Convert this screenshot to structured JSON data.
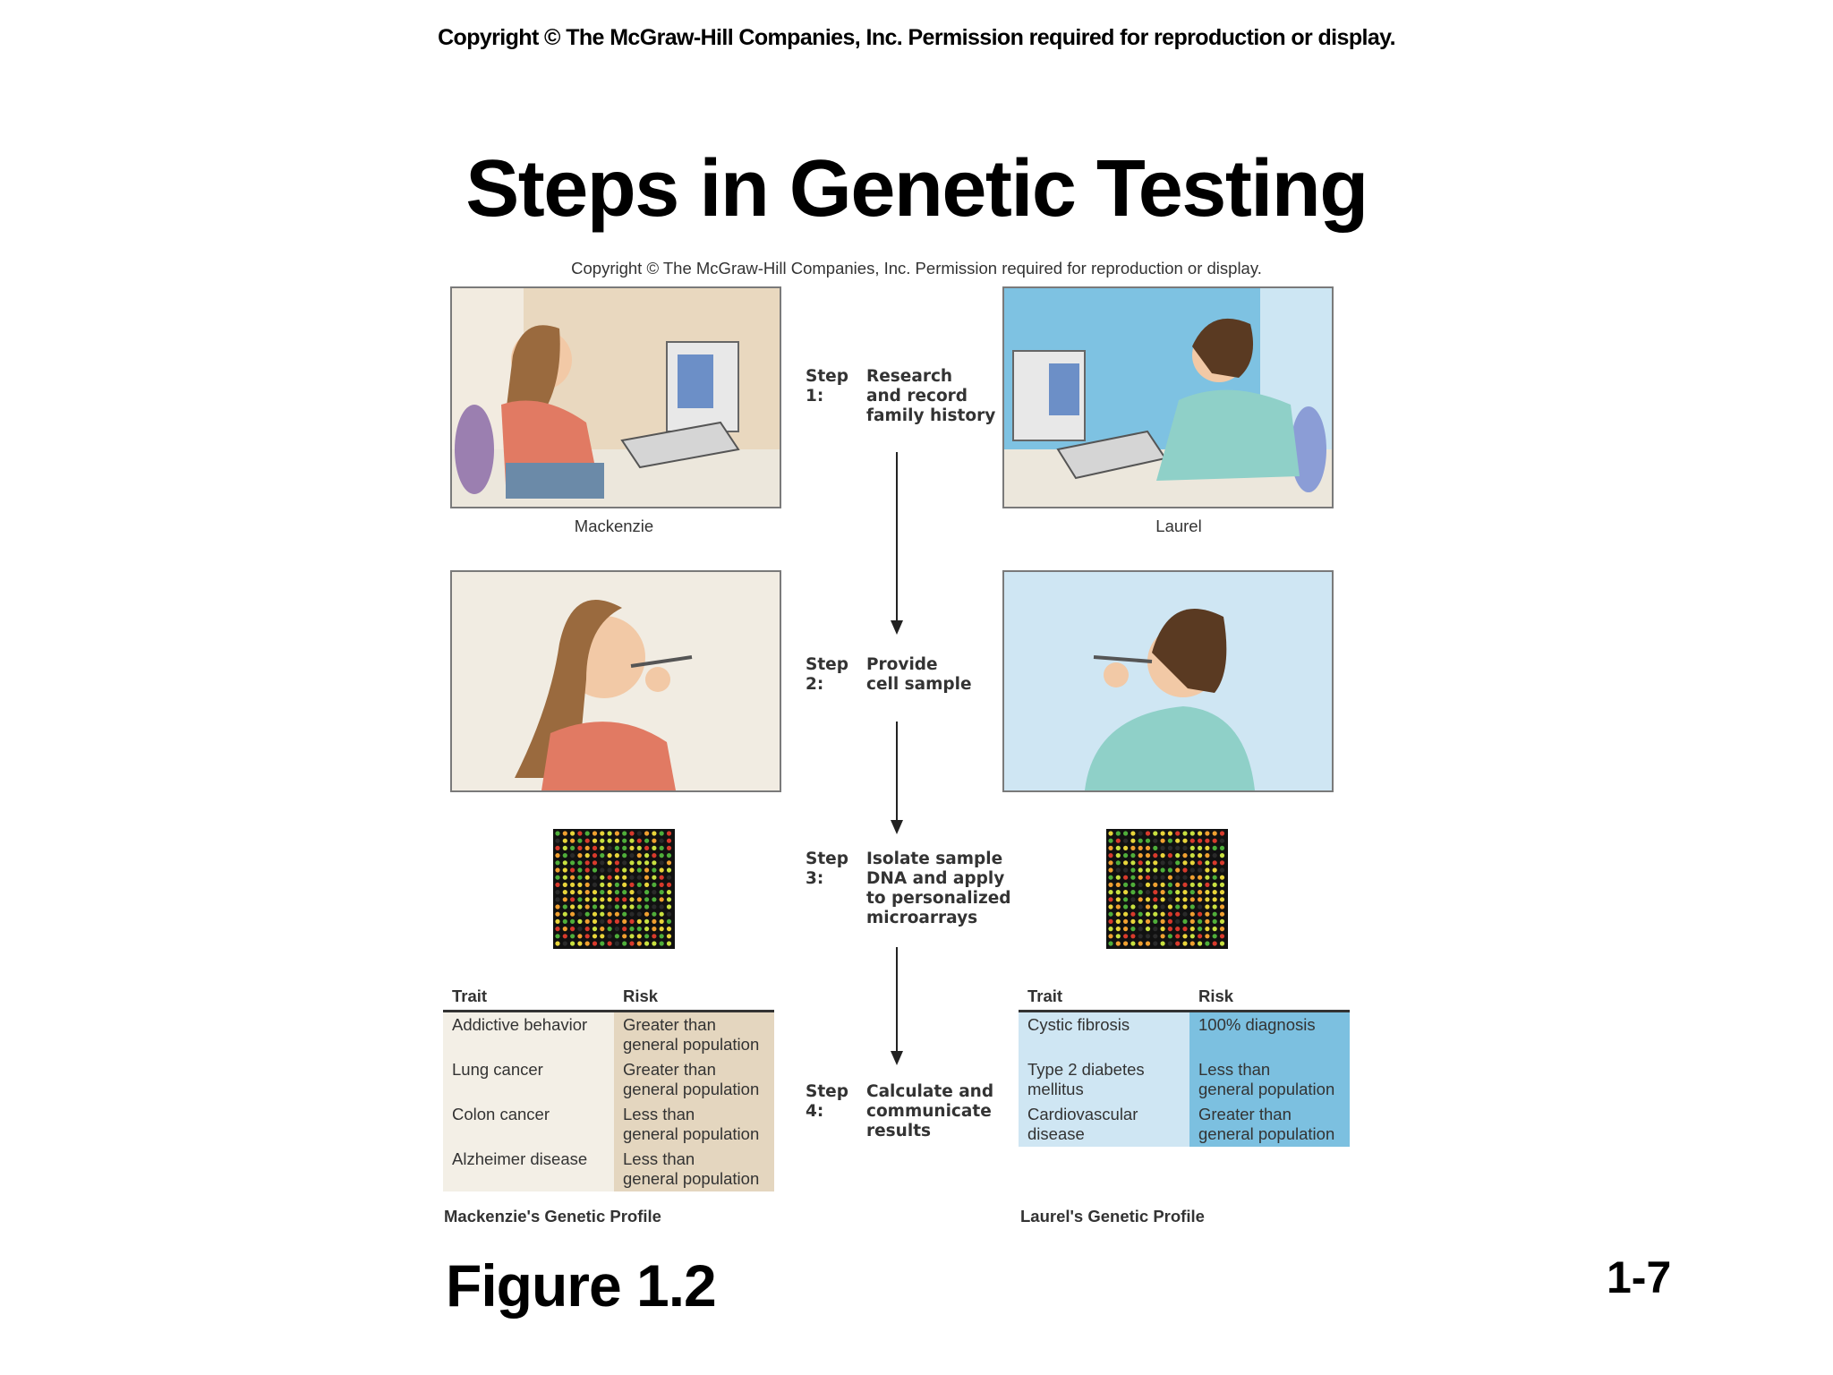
{
  "header": {
    "copyright": "Copyright  © The McGraw-Hill Companies, Inc.  Permission required for reproduction or display.",
    "title": "Steps in Genetic Testing"
  },
  "figure": {
    "copyright": "Copyright © The McGraw-Hill Companies, Inc. Permission required for reproduction or display.",
    "people": {
      "left": "Mackenzie",
      "right": "Laurel"
    },
    "steps": [
      {
        "label": "Step 1:",
        "text": "Research\nand record\nfamily history"
      },
      {
        "label": "Step 2:",
        "text": "Provide\ncell sample"
      },
      {
        "label": "Step 3:",
        "text": "Isolate sample\nDNA and apply\nto personalized\nmicroarrays"
      },
      {
        "label": "Step 4:",
        "text": "Calculate and\ncommunicate\nresults"
      }
    ],
    "profiles": {
      "left": {
        "header_trait": "Trait",
        "header_risk": "Risk",
        "rows": [
          {
            "trait": "Addictive behavior",
            "risk": "Greater than\ngeneral population"
          },
          {
            "trait": "Lung cancer",
            "risk": "Greater than\ngeneral population"
          },
          {
            "trait": "Colon cancer",
            "risk": "Less than\ngeneral population"
          },
          {
            "trait": "Alzheimer disease",
            "risk": "Less than\ngeneral population"
          }
        ],
        "caption": "Mackenzie's Genetic Profile",
        "colors": {
          "trait_bg": "#f3efe6",
          "risk_bg": "#e4d6bf"
        }
      },
      "right": {
        "header_trait": "Trait",
        "header_risk": "Risk",
        "rows": [
          {
            "trait": "Cystic fibrosis",
            "risk": "100% diagnosis"
          },
          {
            "trait": "Type 2 diabetes\nmellitus",
            "risk": "Less than\ngeneral population"
          },
          {
            "trait": "Cardiovascular\ndisease",
            "risk": "Greater than\ngeneral population"
          }
        ],
        "caption": "Laurel's Genetic Profile",
        "colors": {
          "trait_bg": "#cfe6f3",
          "risk_bg": "#7cc0e0"
        }
      }
    }
  },
  "footer": {
    "figure_label": "Figure 1.2",
    "slide_number": "1-7"
  }
}
